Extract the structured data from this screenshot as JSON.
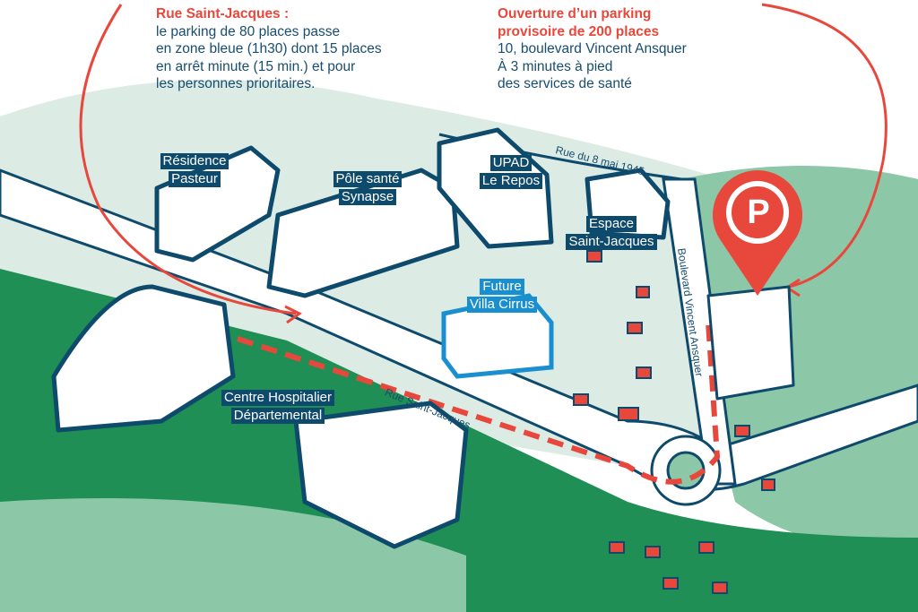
{
  "notes": {
    "left": {
      "title": "Rue Saint-Jacques :",
      "lines": [
        "le parking de 80 places passe",
        "en zone bleue (1h30) dont 15 places",
        "en arrêt minute (15 min.) et pour",
        "les personnes prioritaires."
      ]
    },
    "right": {
      "title_lines": [
        "Ouverture d’un parking",
        "provisoire de 200 places"
      ],
      "lines": [
        "10, boulevard Vincent Ansquer",
        "À 3 minutes à pied",
        "des services de santé"
      ]
    }
  },
  "buildings": {
    "residence": [
      "Résidence",
      "Pasteur"
    ],
    "pole": [
      "Pôle santé",
      "Synapse"
    ],
    "upad": [
      "UPAD",
      "Le Repos"
    ],
    "espace": [
      "Espace",
      "Saint-Jacques"
    ],
    "villa": [
      "Future",
      "Villa Cirrus"
    ],
    "hospital": [
      "Centre Hospitalier",
      "Départemental"
    ]
  },
  "roads": {
    "mai": "Rue du 8 mai 1945",
    "boulevard": "Boulevard Vincent Ansquer",
    "saint_jacques": "Rue Saint-Jacques"
  },
  "parking_sign": "P",
  "colors": {
    "red": "#e8483c",
    "navy": "#0e4a6c",
    "light_green": "#dcebe4",
    "mid_green": "#8cc7a7",
    "dark_green": "#1f8f55",
    "blue": "#1a8fd0"
  }
}
